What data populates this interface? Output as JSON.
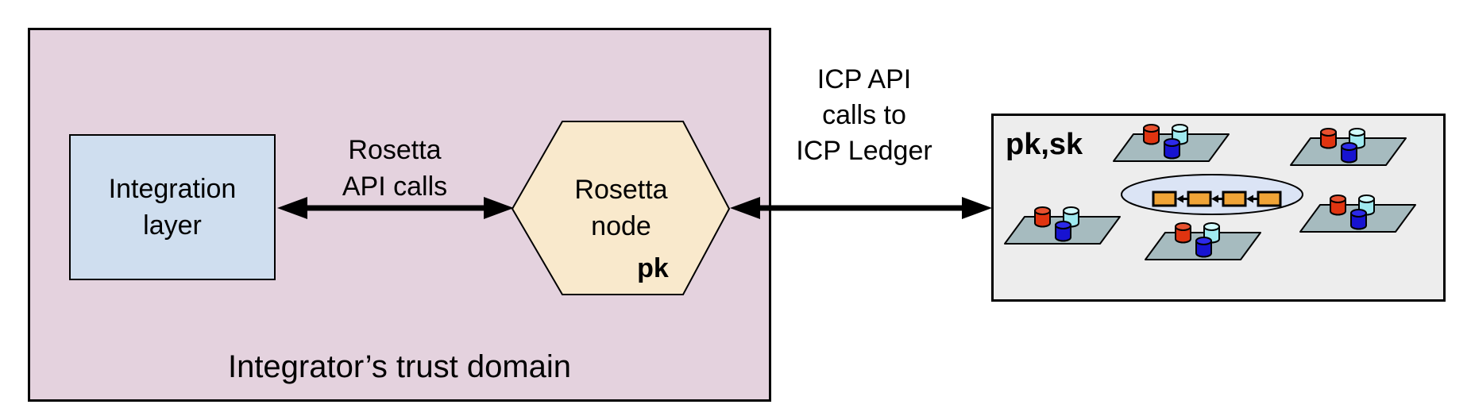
{
  "colors": {
    "trust-domain-bg": "#e4d2de",
    "integration-bg": "#cfdeef",
    "hexagon-bg": "#f9e9cc",
    "ledger-bg": "#ededed",
    "plane": "#a6bbbf",
    "ellipse-bg": "#dbe4f5",
    "block-orange": "#f0a437",
    "cyl-red": "#e03410",
    "cyl-red-top": "#e8512f",
    "cyl-blue": "#1713d1",
    "cyl-blue-top": "#2d2aea",
    "cyl-cyan": "#9fe9ef",
    "cyl-cyan-top": "#d2fbfd",
    "outline": "#000000"
  },
  "trust_domain": {
    "label": "Integrator’s trust domain"
  },
  "integration_layer": {
    "lines": [
      "Integration",
      "layer"
    ]
  },
  "rosetta_api_label": {
    "lines": [
      "Rosetta",
      "API calls"
    ]
  },
  "rosetta_node": {
    "lines": [
      "Rosetta",
      "node"
    ],
    "key_label": "pk"
  },
  "icp_api_label": {
    "lines": [
      "ICP API",
      "calls to",
      "ICP Ledger"
    ]
  },
  "icp_ledger": {
    "key_label": "pk,sk"
  }
}
